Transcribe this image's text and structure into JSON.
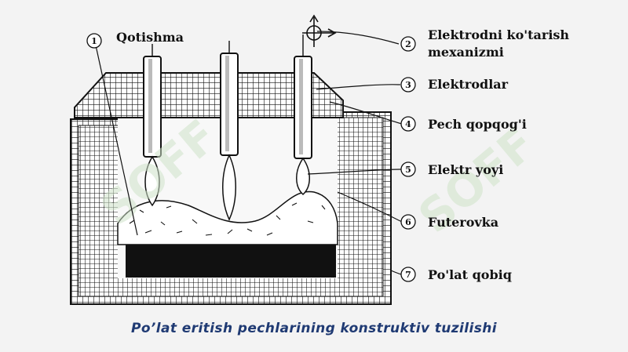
{
  "labels": {
    "qotishma": "Qotishma",
    "l2_line1": "Elektrodni ko'tarish",
    "l2_line2": "mexanizmi",
    "l3": "Elektrodlar",
    "l4": "Pech qopqog'i",
    "l5": "Elektr yoyi",
    "l6": "Futerovka",
    "l7": "Po'lat qobiq"
  },
  "numbers": [
    "1",
    "2",
    "3",
    "4",
    "5",
    "6",
    "7"
  ],
  "watermark": "SOFF",
  "caption": "Po’lat eritish pechlarining konstruktiv tuzilishi"
}
